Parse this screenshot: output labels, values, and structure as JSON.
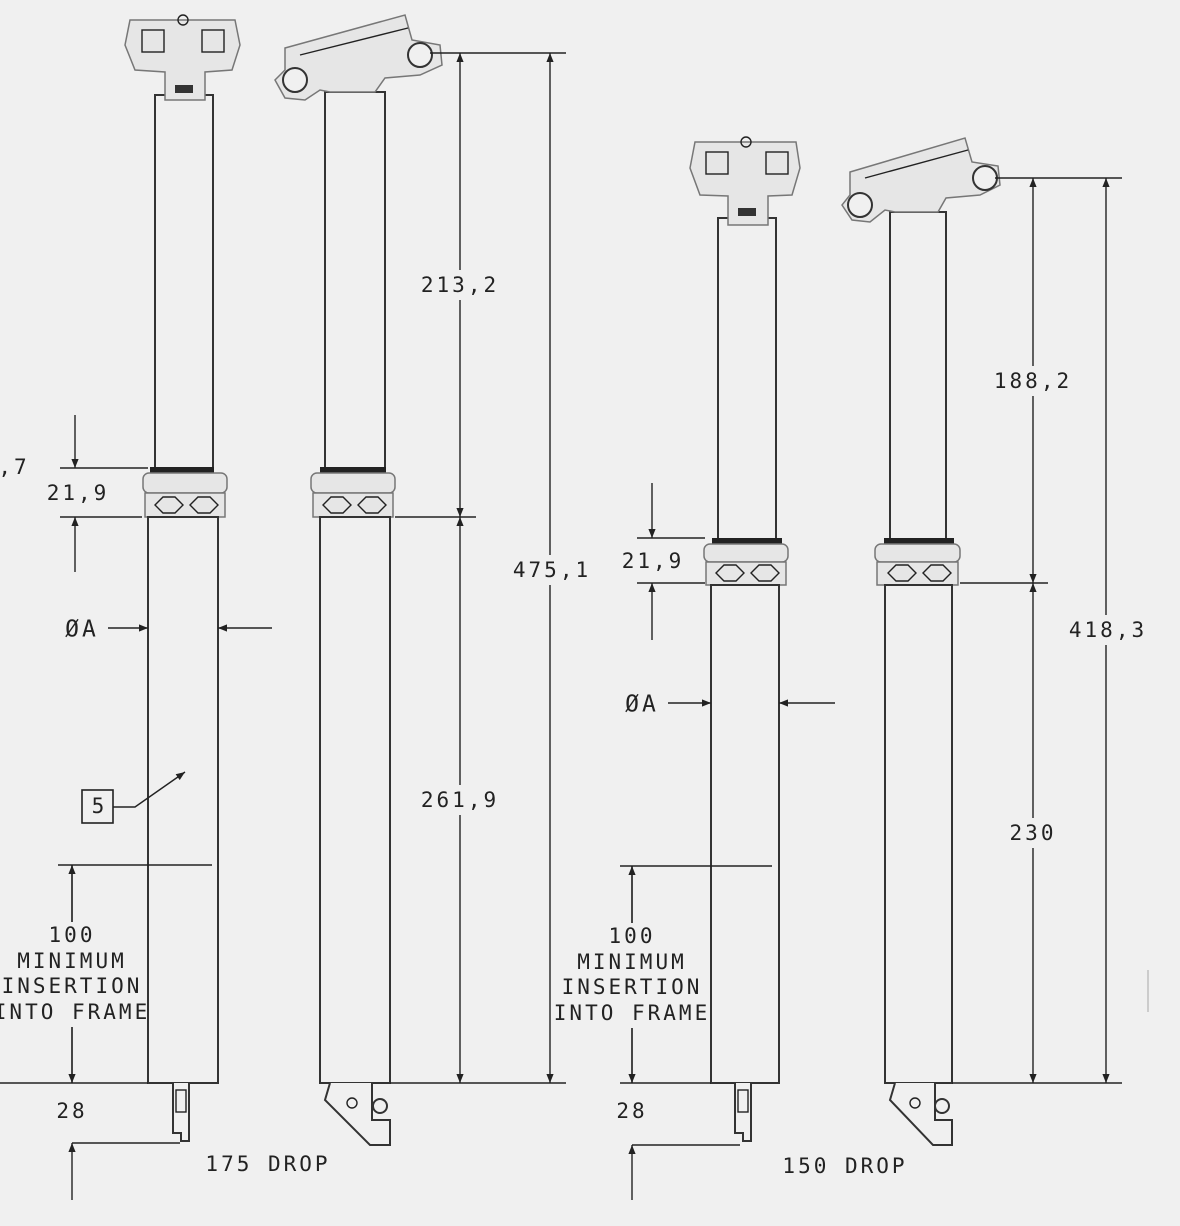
{
  "drawing": {
    "left_post": {
      "title": "175 DROP",
      "dim_upper": "213,2",
      "dim_lower": "261,9",
      "dim_total": "475,1",
      "dim_collar": "21,9",
      "diameter": "ØA",
      "min_insertion": [
        "100",
        "MINIMUM",
        "INSERTION",
        "INTO FRAME"
      ],
      "dim_bottom": "28",
      "callout": "5",
      "partial_dim": ",7"
    },
    "right_post": {
      "title": "150 DROP",
      "dim_upper": "188,2",
      "dim_lower": "230",
      "dim_total": "418,3",
      "dim_collar": "21,9",
      "diameter": "ØA",
      "min_insertion": [
        "100",
        "MINIMUM",
        "INSERTION",
        "INTO FRAME"
      ],
      "dim_bottom": "28"
    }
  }
}
